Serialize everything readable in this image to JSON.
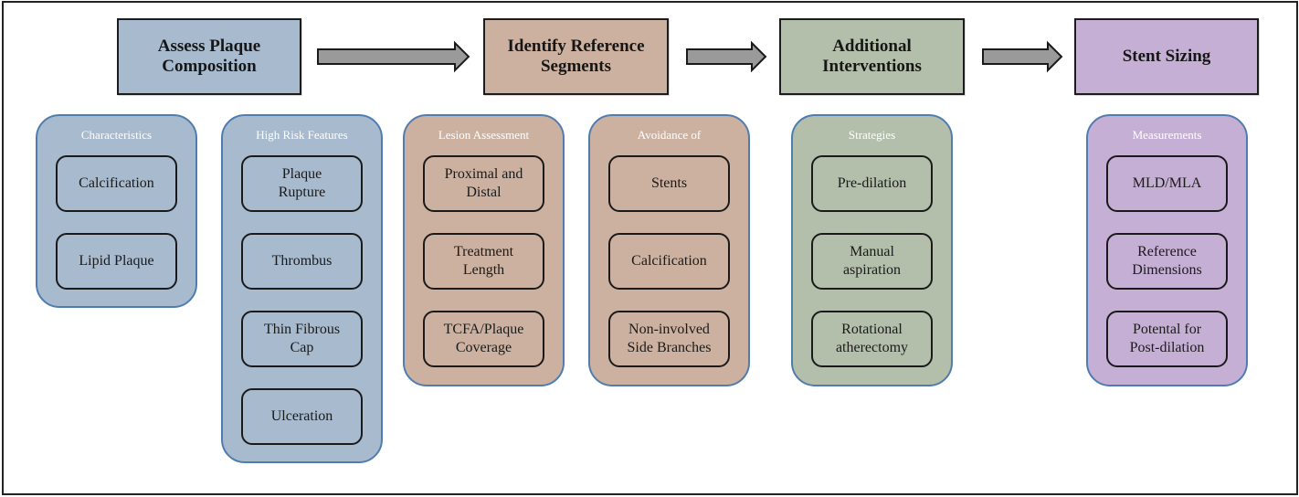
{
  "colors": {
    "blue": "#a8bace",
    "tan": "#cdb1a0",
    "green": "#b3bfab",
    "purple": "#c6afd4",
    "group_border": "#4f7db0",
    "arrow_fill": "#9a9a9a",
    "outline": "#1a1a1a"
  },
  "steps": [
    {
      "label": "Assess Plaque Composition",
      "lines": [
        "Assess Plaque",
        "Composition"
      ],
      "color": "blue"
    },
    {
      "label": "Identify Reference Segments",
      "lines": [
        "Identify Reference",
        "Segments"
      ],
      "color": "tan"
    },
    {
      "label": "Additional Interventions",
      "lines": [
        "Additional",
        "Interventions"
      ],
      "color": "green"
    },
    {
      "label": "Stent Sizing",
      "lines": [
        "Stent Sizing"
      ],
      "color": "purple"
    }
  ],
  "arrows": [
    {
      "from": "Assess Plaque Composition",
      "to": "Identify Reference Segments",
      "icon": "right-arrow-icon"
    },
    {
      "from": "Identify Reference Segments",
      "to": "Additional Interventions",
      "icon": "right-arrow-icon"
    },
    {
      "from": "Additional Interventions",
      "to": "Stent Sizing",
      "icon": "right-arrow-icon"
    }
  ],
  "groups": [
    {
      "title": "Characteristics",
      "color": "blue",
      "step": 0,
      "items": [
        [
          "Calcification"
        ],
        [
          "Lipid Plaque"
        ]
      ]
    },
    {
      "title": "High Risk Features",
      "color": "blue",
      "step": 0,
      "items": [
        [
          "Plaque",
          "Rupture"
        ],
        [
          "Thrombus"
        ],
        [
          "Thin Fibrous",
          "Cap"
        ],
        [
          "Ulceration"
        ]
      ]
    },
    {
      "title": "Lesion Assessment",
      "color": "tan",
      "step": 1,
      "items": [
        [
          "Proximal and",
          "Distal"
        ],
        [
          "Treatment",
          "Length"
        ],
        [
          "TCFA/Plaque",
          "Coverage"
        ]
      ]
    },
    {
      "title": "Avoidance of",
      "color": "tan",
      "step": 1,
      "items": [
        [
          "Stents"
        ],
        [
          "Calcification"
        ],
        [
          "Non-involved",
          "Side Branches"
        ]
      ]
    },
    {
      "title": "Strategies",
      "color": "green",
      "step": 2,
      "items": [
        [
          "Pre-dilation"
        ],
        [
          "Manual",
          "aspiration"
        ],
        [
          "Rotational",
          "atherectomy"
        ]
      ]
    },
    {
      "title": "Measurements",
      "color": "purple",
      "step": 3,
      "items": [
        [
          "MLD/MLA"
        ],
        [
          "Reference",
          "Dimensions"
        ],
        [
          "Potental for",
          "Post-dilation"
        ]
      ]
    }
  ]
}
